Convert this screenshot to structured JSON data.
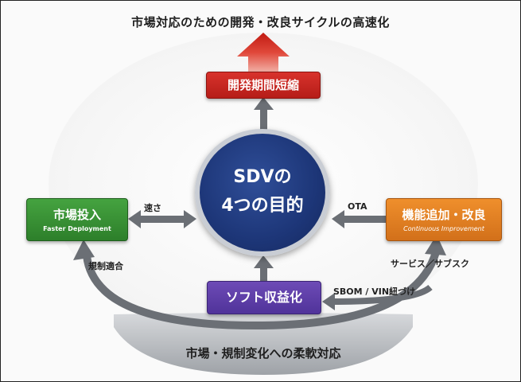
{
  "title": "市場対応のための開発・改良サイクルの高速化",
  "center": {
    "line1": "SDVの",
    "line2": "4つの目的"
  },
  "boxes": {
    "top": {
      "label": "開発期間短縮"
    },
    "left": {
      "label": "市場投入",
      "sub": "Faster Deployment"
    },
    "right": {
      "label": "機能追加・改良",
      "sub": "Continuous Improvement"
    },
    "bottom": {
      "label": "ソフト収益化"
    }
  },
  "arrow_labels": {
    "speed": "速さ",
    "ota": "OTA",
    "regulation": "規制適合",
    "service": "サービス／サブスク",
    "sbom": "SBOM / VIN紐づけ"
  },
  "bottom_label": "市場・規制変化への柔軟対応",
  "colors": {
    "top": "#c8241f",
    "left": "#3a9436",
    "right": "#e3801f",
    "bottom": "#5e3fa9",
    "center": "#1f3a7e",
    "arrow": "#6b6f75"
  }
}
